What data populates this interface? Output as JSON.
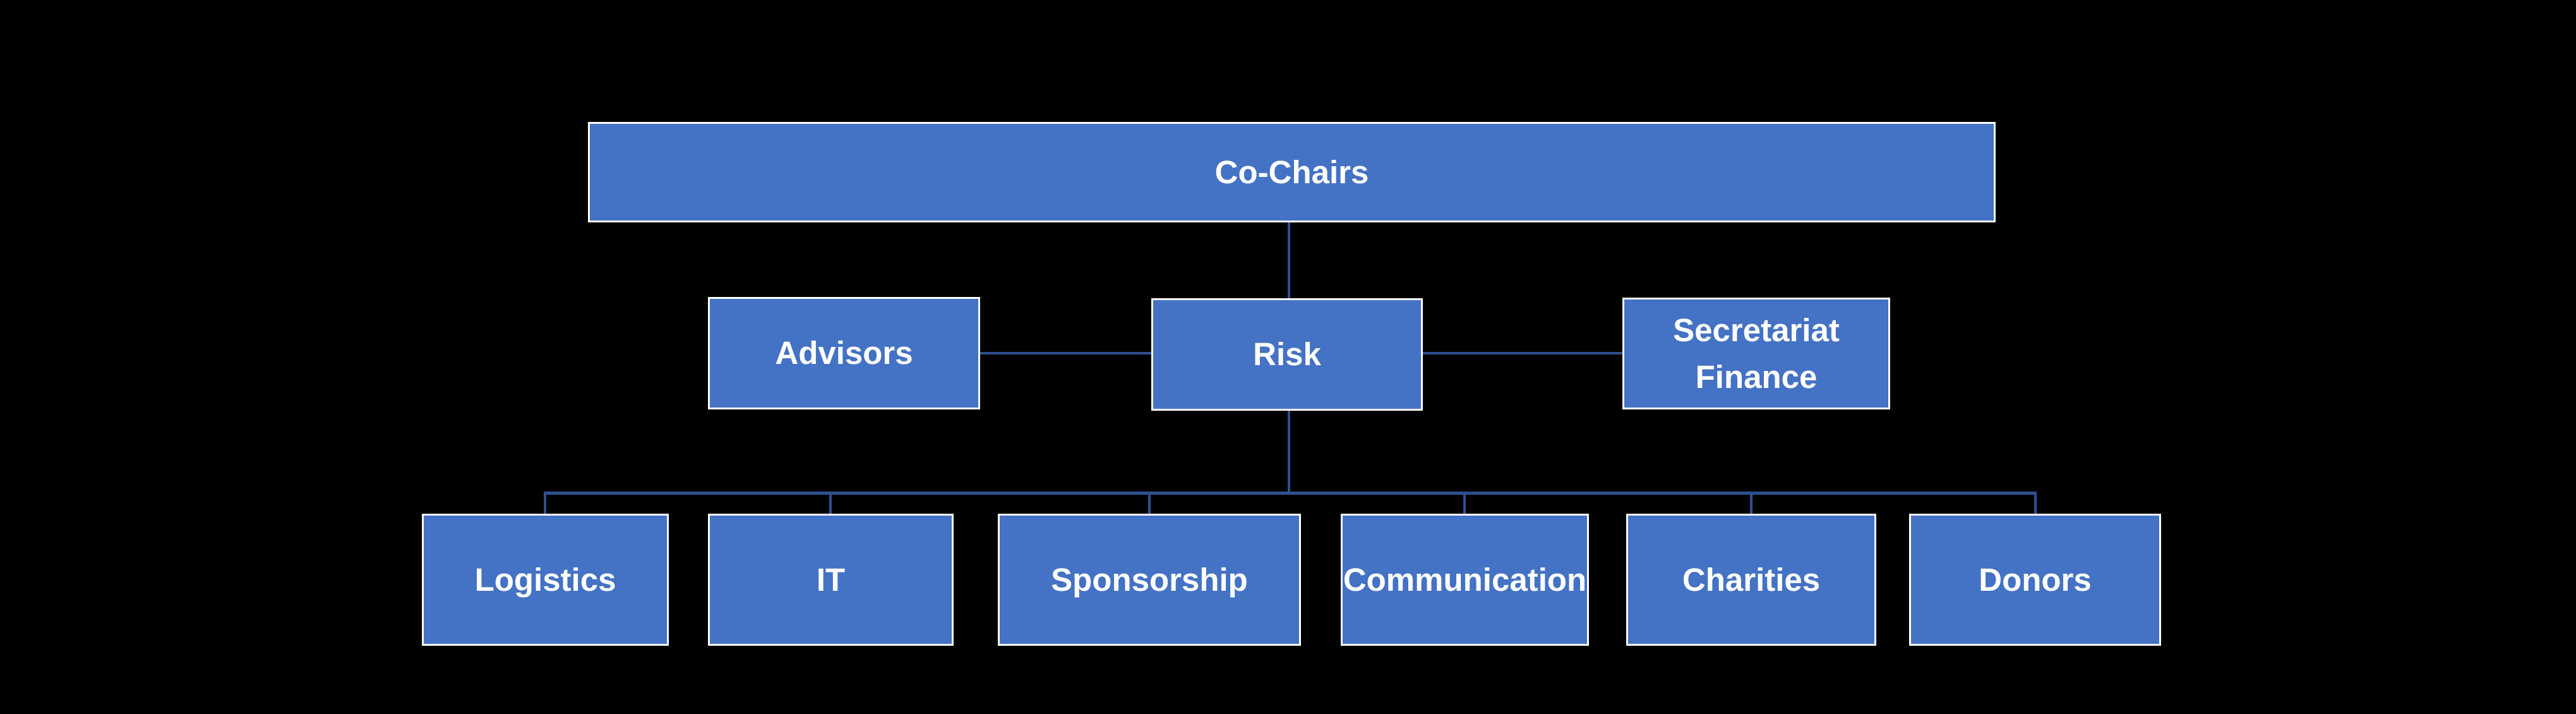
{
  "org_chart": {
    "colors": {
      "background": "#000000",
      "node_fill": "#4472C4",
      "node_border": "#FFFFFF",
      "connector": "#2E508F",
      "label": "#FFFFFF"
    },
    "levels": [
      {
        "nodes": [
          {
            "id": "co-chairs",
            "label": "Co-Chairs"
          }
        ]
      },
      {
        "nodes": [
          {
            "id": "advisors",
            "label": "Advisors"
          },
          {
            "id": "risk",
            "label": "Risk"
          },
          {
            "id": "secretariat-finance",
            "label": "Secretariat Finance"
          }
        ]
      },
      {
        "nodes": [
          {
            "id": "logistics",
            "label": "Logistics"
          },
          {
            "id": "it",
            "label": "IT"
          },
          {
            "id": "sponsorship",
            "label": "Sponsorship"
          },
          {
            "id": "communication",
            "label": "Communication"
          },
          {
            "id": "charities",
            "label": "Charities"
          },
          {
            "id": "donors",
            "label": "Donors"
          }
        ]
      }
    ]
  }
}
